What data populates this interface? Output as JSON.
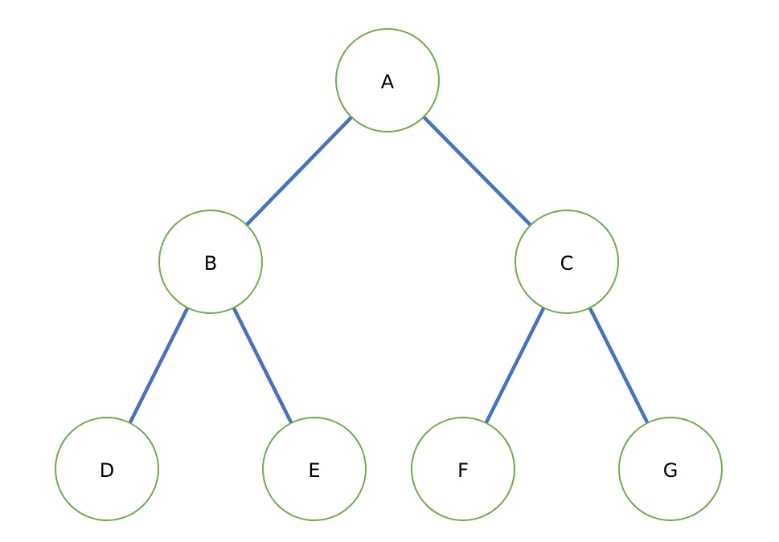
{
  "colors": {
    "edge": "#4472C4",
    "node_stroke": "#70AD47",
    "node_fill": "#FFFFFF",
    "label": "#000000"
  },
  "nodes": [
    {
      "id": "A",
      "label": "A"
    },
    {
      "id": "B",
      "label": "B"
    },
    {
      "id": "C",
      "label": "C"
    },
    {
      "id": "D",
      "label": "D"
    },
    {
      "id": "E",
      "label": "E"
    },
    {
      "id": "F",
      "label": "F"
    },
    {
      "id": "G",
      "label": "G"
    }
  ],
  "edges": [
    {
      "from": "A",
      "to": "B"
    },
    {
      "from": "A",
      "to": "C"
    },
    {
      "from": "B",
      "to": "D"
    },
    {
      "from": "B",
      "to": "E"
    },
    {
      "from": "C",
      "to": "F"
    },
    {
      "from": "C",
      "to": "G"
    }
  ]
}
